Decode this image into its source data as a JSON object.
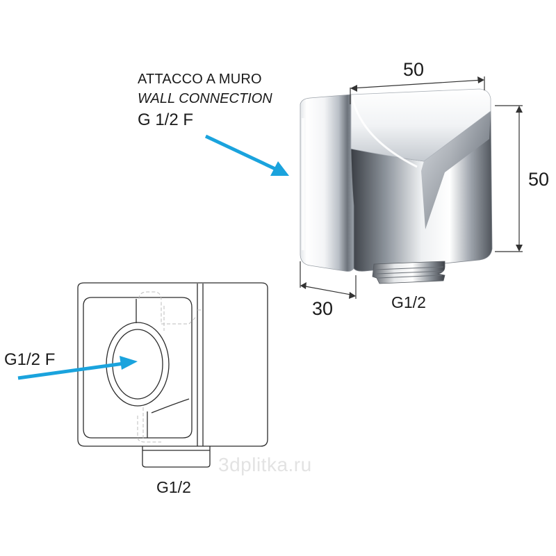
{
  "labels": {
    "wall_connection_it": "ATTACCO A MURO",
    "wall_connection_en": "WALL CONNECTION",
    "wall_thread": "G 1/2 F",
    "width_dim": "50",
    "height_dim": "50",
    "depth_dim": "30",
    "outlet_thread_3d": "G1/2",
    "inlet_thread_front": "G1/2 F",
    "outlet_thread_front": "G1/2"
  },
  "watermark": "3dplitka.ru",
  "colors": {
    "arrow": "#1aa3dd",
    "line": "#333333",
    "chrome_light": "#f6f7f8",
    "chrome_dark": "#3c4046"
  }
}
